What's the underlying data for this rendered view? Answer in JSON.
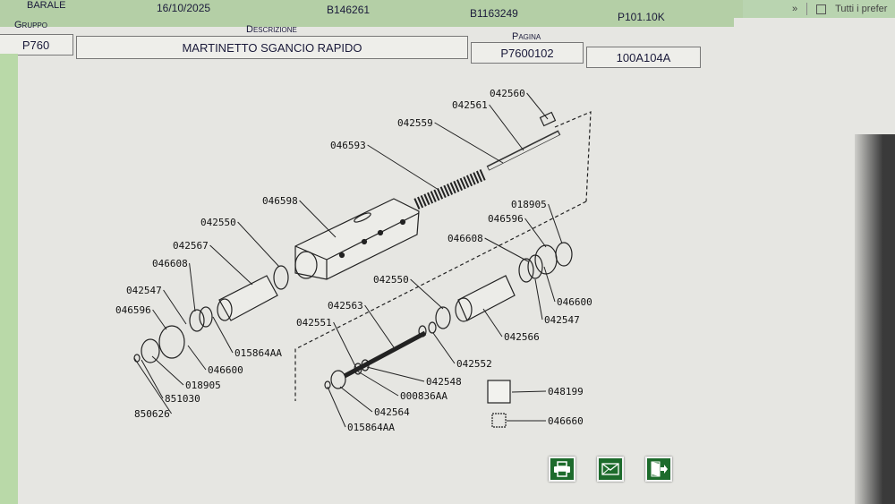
{
  "header": {
    "customer": "BARALE",
    "date": "16/10/2025",
    "code1": "B146261",
    "code2": "B1163249",
    "code3": "P101.10K"
  },
  "browser": {
    "overflow": "»",
    "bookmark": "Tutti i prefer"
  },
  "info": {
    "group_label": "Gruppo",
    "group_value": "P760",
    "description_label": "Descrizione",
    "description_value": "MARTINETTO SGANCIO RAPIDO",
    "page_label": "Pagina",
    "page_value": "P7600102",
    "ref_value": "100A104A"
  },
  "diagram": {
    "labels": [
      "042560",
      "042561",
      "042559",
      "046593",
      "046598",
      "042550",
      "042567",
      "046608",
      "042547",
      "046596",
      "015864AA",
      "046600",
      "018905",
      "851030",
      "850626",
      "018905",
      "046596",
      "046608",
      "046600",
      "042547",
      "042566",
      "042550",
      "042563",
      "042551",
      "042552",
      "042548",
      "000836AA",
      "042564",
      "015864AA",
      "048199",
      "046660"
    ]
  },
  "actions": {
    "print_icon": "printer-icon",
    "email_icon": "envelope-icon",
    "exit_icon": "exit-door-icon"
  },
  "colors": {
    "header_green": "#b4cfa6",
    "button_green": "#1d6b2c"
  }
}
